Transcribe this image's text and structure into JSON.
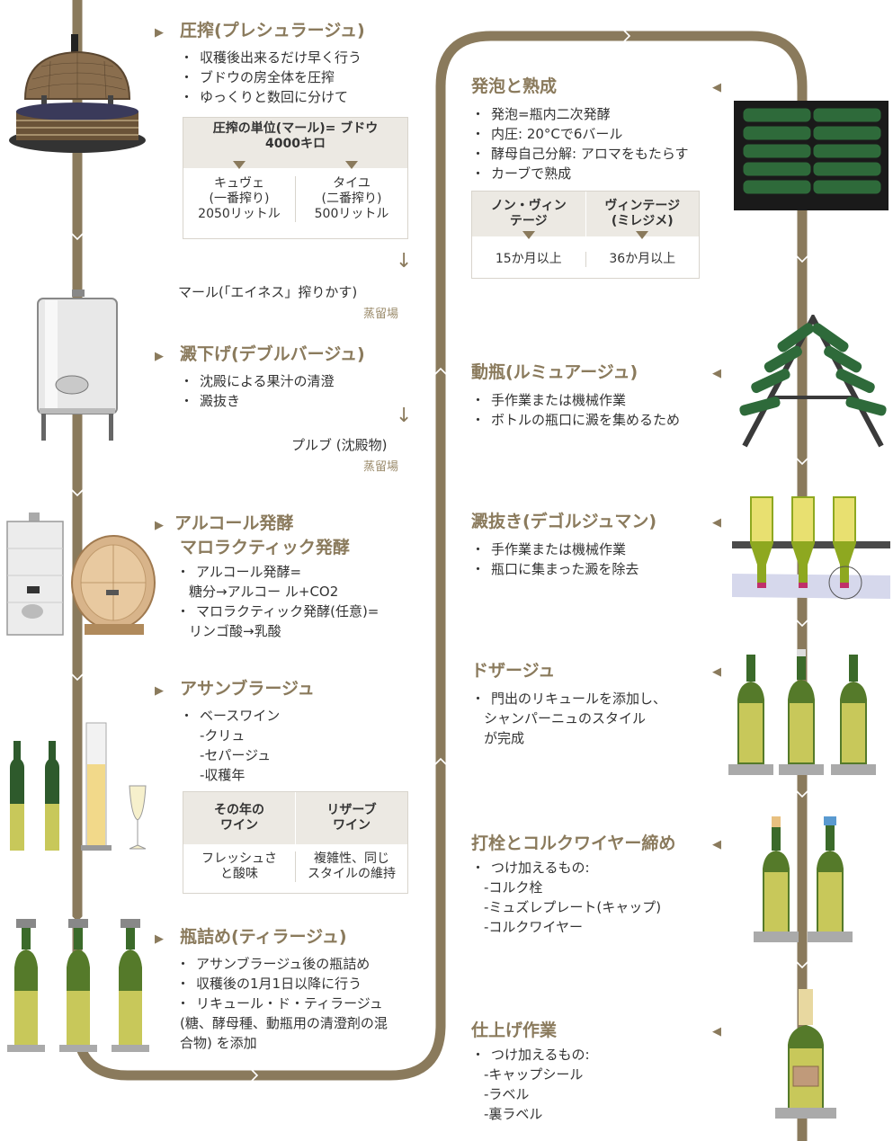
{
  "steps": {
    "press": {
      "title": "圧搾(プレシュラージュ)",
      "bullets": [
        "収穫後出来るだけ早く行う",
        "ブドウの房全体を圧搾",
        "ゆっくりと数回に分けて"
      ],
      "box": {
        "header": "圧搾の単位(マール)= ブドウ4000キロ",
        "cols": [
          {
            "lines": [
              "キュヴェ",
              "(一番搾り)",
              "2050リットル"
            ]
          },
          {
            "lines": [
              "タイユ",
              "(二番搾り)",
              "500リットル"
            ]
          }
        ]
      },
      "residue": "マール(「エイネス」搾りかす)",
      "residue_dest": "蒸留場"
    },
    "debourbage": {
      "title": "澱下げ(デブルバージュ)",
      "bullets": [
        "沈殿による果汁の清澄",
        "澱抜き"
      ],
      "residue": "プルブ (沈殿物)",
      "residue_dest": "蒸留場"
    },
    "fermentation": {
      "title_line1": "アルコール発酵",
      "title_line2": "マロラクティック発酵",
      "bullets": [
        "アルコール発酵=",
        "糖分→アルコー ル+CO2",
        "マロラクティック発酵(任意)=",
        "リンゴ酸→乳酸"
      ]
    },
    "assemblage": {
      "title": "アサンブラージュ",
      "bullets": [
        "ベースワイン",
        "-クリュ",
        "-セパージュ",
        "-収穫年"
      ],
      "box": {
        "cols": [
          {
            "head": [
              "その年の",
              "ワイン"
            ],
            "body": [
              "フレッシュさ",
              "と酸味"
            ]
          },
          {
            "head": [
              "リザーブ",
              "ワイン"
            ],
            "body": [
              "複雑性、同じ",
              "スタイルの維持"
            ]
          }
        ]
      }
    },
    "tirage": {
      "title": "瓶詰め(ティラージュ)",
      "bullets": [
        "アサンブラージュ後の瓶詰め",
        "収穫後の1月1日以降に行う",
        "リキュール・ド・ティラージュ",
        "(糖、酵母種、動瓶用の清澄剤の混",
        "合物) を添加"
      ]
    },
    "prise": {
      "title": "発泡と熟成",
      "bullets": [
        "発泡=瓶内二次発酵",
        "内圧: 20°Cで6バール",
        "酵母自己分解: アロマをもたらす",
        "カーブで熟成"
      ],
      "box": {
        "cols": [
          {
            "head": [
              "ノン・ヴィン",
              "テージ"
            ],
            "body": [
              "15か月以上"
            ]
          },
          {
            "head": [
              "ヴィンテージ",
              "(ミレジメ)"
            ],
            "body": [
              "36か月以上"
            ]
          }
        ]
      }
    },
    "remuage": {
      "title": "動瓶(ルミュアージュ)",
      "bullets": [
        "手作業または機械作業",
        "ボトルの瓶口に澱を集めるため"
      ]
    },
    "degorgement": {
      "title": "澱抜き(デゴルジュマン)",
      "bullets": [
        "手作業または機械作業",
        "瓶口に集まった澱を除去"
      ]
    },
    "dosage": {
      "title": "ドザージュ",
      "bullets": [
        "門出のリキュールを添加し、",
        "シャンパーニュのスタイル",
        "が完成"
      ]
    },
    "bouchage": {
      "title": "打栓とコルクワイヤー締め",
      "bullets": [
        "つけ加えるもの:",
        "-コルク栓",
        "-ミュズレプレート(キャップ)",
        "-コルクワイヤー"
      ]
    },
    "habillage": {
      "title": "仕上げ作業",
      "bullets": [
        "つけ加えるもの:",
        "-キャップシール",
        "-ラベル",
        "-裏ラベル"
      ]
    }
  },
  "marks": {
    "right": "▶",
    "left": "◀",
    "down": "↓"
  },
  "colors": {
    "flow": "#8a7a5c",
    "accent": "#8a7a5c",
    "box_header": "#ece9e3",
    "bottle": "#2e5a2c",
    "wine": "#c8c85a"
  }
}
